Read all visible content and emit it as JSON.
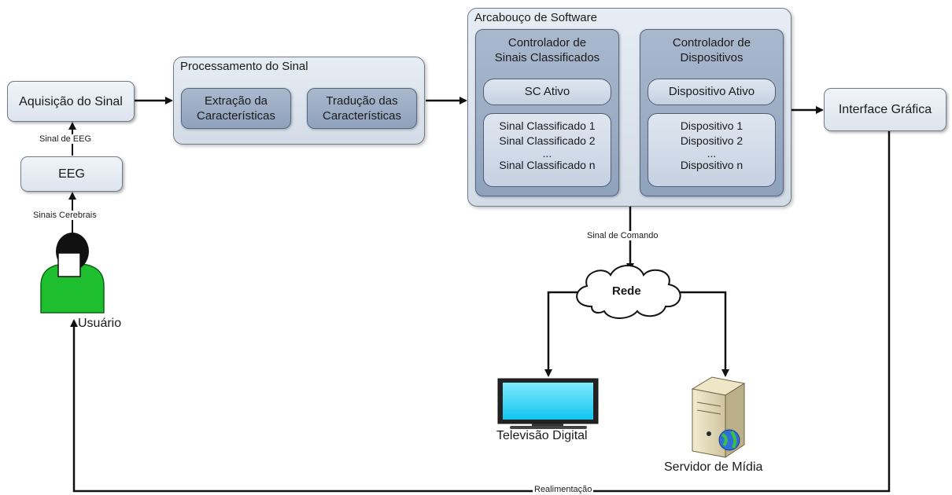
{
  "nodes": {
    "acquisition": "Aquisição do Sinal",
    "eeg": "EEG",
    "user": "Usuário",
    "signal_processing": {
      "title": "Processamento do Sinal",
      "extraction": "Extração da Características",
      "translation": "Tradução das Características"
    },
    "software_framework": {
      "title": "Arcabouço de Software",
      "classified_controller": {
        "title": "Controlador de\nSinais Classificados",
        "active": "SC Ativo",
        "items": [
          "Sinal Classificado 1",
          "Sinal Classificado 2",
          "...",
          "Sinal Classificado n"
        ]
      },
      "device_controller": {
        "title": "Controlador de\nDispositivos",
        "active": "Dispositivo Ativo",
        "items": [
          "Dispositivo 1",
          "Dispositivo 2",
          "...",
          "Dispositivo n"
        ]
      }
    },
    "gui": "Interface Gráfica",
    "network": "Rede",
    "tv": "Televisão Digital",
    "media_server": "Servidor de Mídia"
  },
  "edge_labels": {
    "eeg_signal": "Sinal de EEG",
    "brain_signals": "Sinais Cerebrais",
    "command_signal": "Sinal de Comando",
    "feedback": "Realimentação"
  }
}
